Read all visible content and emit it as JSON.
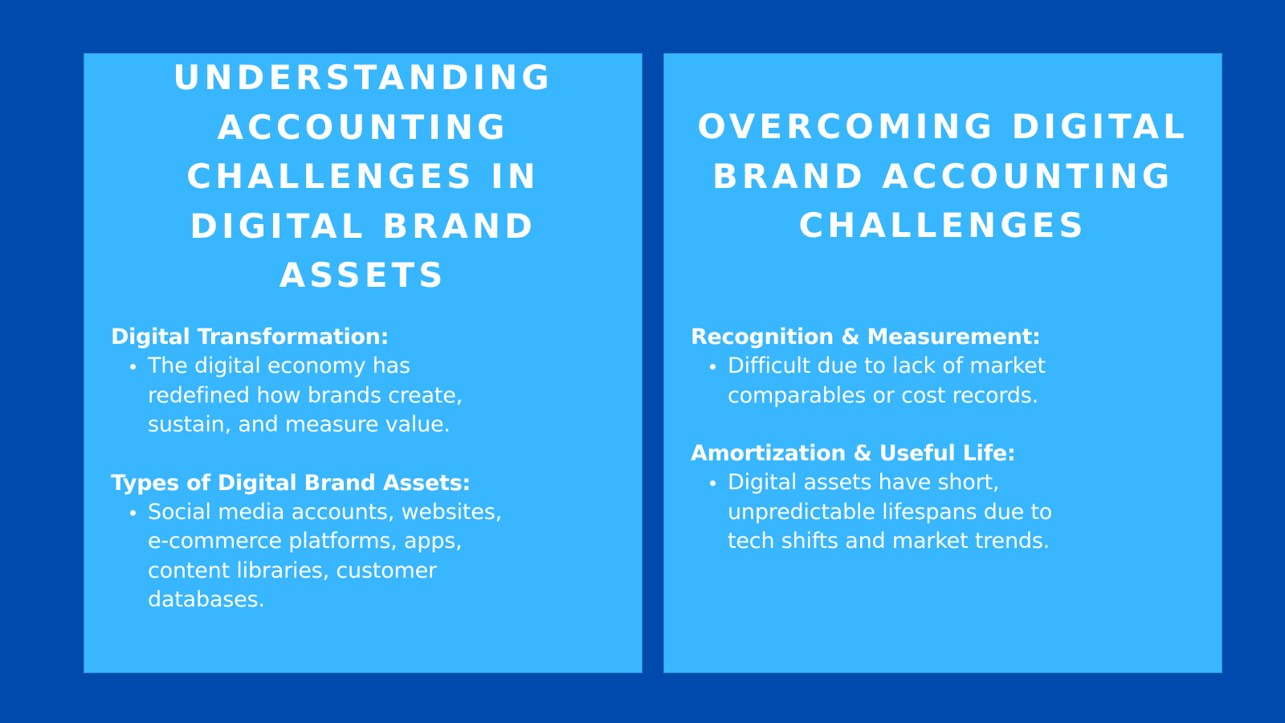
{
  "colors": {
    "background": "#004AAD",
    "panel": "#38B6FF",
    "text": "#FFFFFF"
  },
  "panels": [
    {
      "title": "UNDERSTANDING ACCOUNTING CHALLENGES IN DIGITAL BRAND ASSETS",
      "title_lines": [
        "UNDERSTANDING",
        "ACCOUNTING",
        "CHALLENGES IN",
        "DIGITAL BRAND",
        "ASSETS"
      ],
      "sections": [
        {
          "heading": "Digital Transformation:",
          "bullets": [
            {
              "text": "The digital economy has redefined how brands create, sustain, and measure value.",
              "lines": [
                "The digital economy has",
                "redefined how brands create,",
                "sustain, and measure value."
              ]
            }
          ]
        },
        {
          "heading": "Types of Digital Brand Assets:",
          "bullets": [
            {
              "text": "Social media accounts, websites, e-commerce platforms, apps, content libraries, customer databases.",
              "lines": [
                "Social media accounts, websites,",
                "e-commerce platforms, apps,",
                "content libraries, customer",
                "databases."
              ]
            }
          ]
        }
      ]
    },
    {
      "title": "OVERCOMING DIGITAL BRAND ACCOUNTING CHALLENGES",
      "title_lines": [
        "OVERCOMING DIGITAL",
        "BRAND ACCOUNTING",
        "CHALLENGES"
      ],
      "sections": [
        {
          "heading": "Recognition & Measurement:",
          "bullets": [
            {
              "text": "Difficult due to lack of market comparables or cost records.",
              "lines": [
                "Difficult due to lack of market",
                "comparables or cost records."
              ]
            }
          ]
        },
        {
          "heading": "Amortization & Useful Life:",
          "bullets": [
            {
              "text": "Digital assets have short, unpredictable lifespans due to tech shifts and market trends.",
              "lines": [
                "Digital assets have short,",
                "unpredictable lifespans due to",
                "tech shifts and market trends."
              ]
            }
          ]
        }
      ]
    }
  ]
}
